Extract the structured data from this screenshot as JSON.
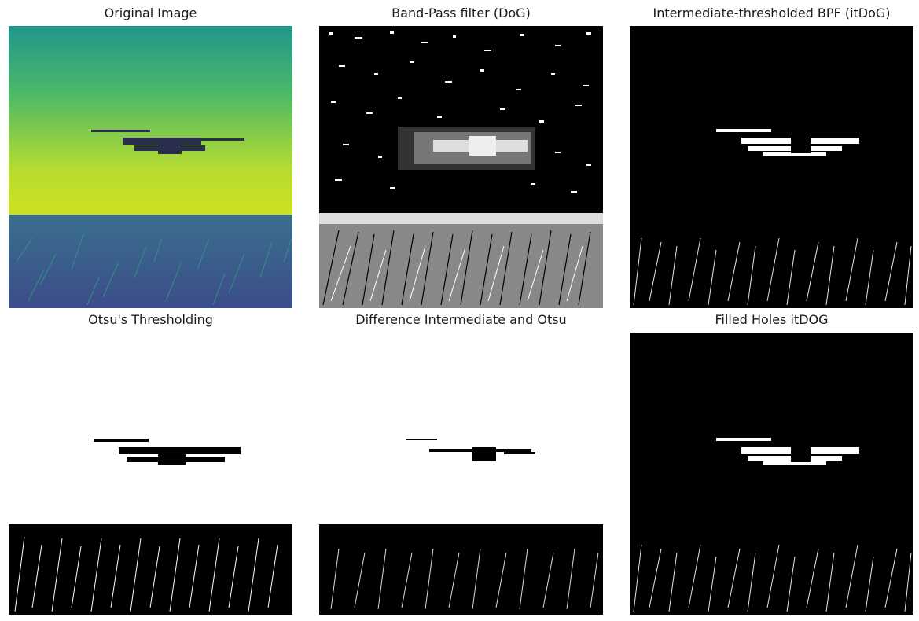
{
  "figure": {
    "panels": [
      {
        "id": "original",
        "title": "Original Image",
        "style": "viridis"
      },
      {
        "id": "dog",
        "title": "Band-Pass filter (DoG)",
        "style": "gray"
      },
      {
        "id": "itdog",
        "title": "Intermediate-thresholded BPF (itDoG)",
        "style": "binary-black"
      },
      {
        "id": "otsu",
        "title": "Otsu's Thresholding",
        "style": "binary-white"
      },
      {
        "id": "diff",
        "title": "Difference Intermediate and Otsu",
        "style": "binary-white"
      },
      {
        "id": "filled",
        "title": "Filled Holes itDOG",
        "style": "binary-black"
      }
    ],
    "colors": {
      "viridis_sky_top": "#1f9e89",
      "viridis_sky_bottom": "#bde22a",
      "viridis_ground": "#2c6e8e",
      "gray_bg": "#000000",
      "binary_white": "#ffffff"
    }
  }
}
